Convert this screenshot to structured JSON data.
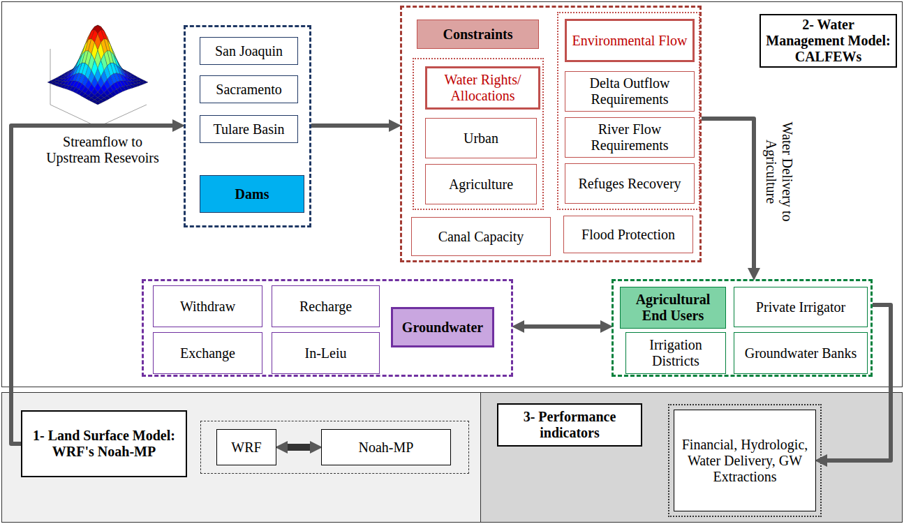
{
  "diagram": {
    "nodes": [
      {
        "text": [
          "2- Water Management Model: CALFEWs"
        ]
      },
      {
        "text": [
          "Dams"
        ]
      },
      {
        "text": [
          "San Joaquin"
        ],
        "in": 1
      },
      {
        "text": [
          "Sacramento"
        ],
        "in": 1
      },
      {
        "text": [
          "Tulare Basin"
        ],
        "in": 1
      },
      {
        "text": [
          "Constraints"
        ]
      },
      {
        "text": [
          "Water Rights/ Allocations"
        ],
        "in": 5
      },
      {
        "text": [
          "Urban"
        ],
        "in": 6
      },
      {
        "text": [
          "Agriculture"
        ],
        "in": 6
      },
      {
        "text": [
          "Environmental Flow"
        ],
        "in": 5
      },
      {
        "text": [
          "Delta Outflow Requirements"
        ],
        "in": 9
      },
      {
        "text": [
          "River Flow Requirements"
        ],
        "in": 9
      },
      {
        "text": [
          "Refuges Recovery"
        ],
        "in": 9
      },
      {
        "text": [
          "Canal Capacity"
        ],
        "in": 5
      },
      {
        "text": [
          "Flood Protection"
        ],
        "in": 5
      },
      {
        "text": [
          "Groundwater"
        ]
      },
      {
        "text": [
          "Withdraw"
        ],
        "in": 15
      },
      {
        "text": [
          "Recharge"
        ],
        "in": 15
      },
      {
        "text": [
          "Exchange"
        ],
        "in": 15
      },
      {
        "text": [
          "In-Leiu"
        ],
        "in": 15
      },
      {
        "text": [
          "Agricultural End Users"
        ]
      },
      {
        "text": [
          "Private Irrigator"
        ],
        "in": 20
      },
      {
        "text": [
          "Irrigation Districts"
        ],
        "in": 20
      },
      {
        "text": [
          "Groundwater Banks"
        ],
        "in": 20
      },
      {
        "text": [
          "1- Land Surface Model: WRF's Noah-MP"
        ]
      },
      {
        "text": [
          "WRF"
        ]
      },
      {
        "text": [
          "Noah-MP"
        ]
      },
      {
        "text": [
          "3- Performance indicators"
        ]
      },
      {
        "text": [
          "Financial, Hydrologic, Water Delivery, GW Extractions"
        ]
      }
    ],
    "edges": [
      {
        "from": 24,
        "to": 1,
        "label": "Streamflow to Upstream Resevoirs",
        "arrow": "to"
      },
      {
        "from": 1,
        "to": 5,
        "arrow": "to"
      },
      {
        "from": 5,
        "to": 20,
        "label": "Water Delivery to Agriculture",
        "arrow": "to"
      },
      {
        "from": 15,
        "to": 20,
        "arrow": "both"
      },
      {
        "from": 20,
        "to": 28,
        "arrow": "to"
      },
      {
        "from": 25,
        "to": 26,
        "arrow": "both"
      }
    ]
  }
}
